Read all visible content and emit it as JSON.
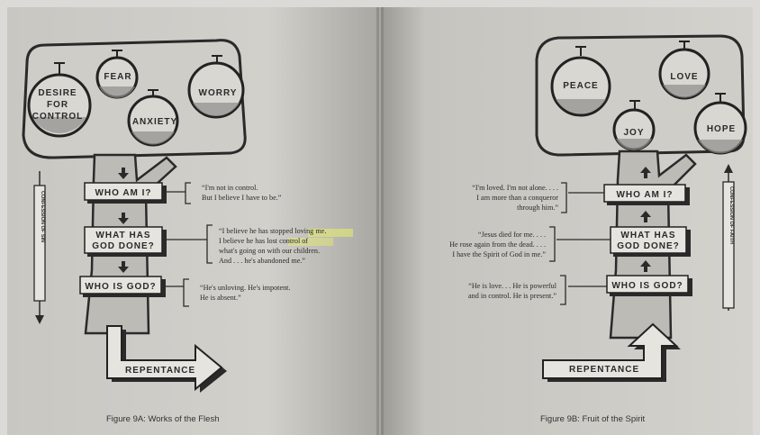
{
  "left": {
    "fruits": [
      "DESIRE",
      "FOR",
      "CONTROL",
      "FEAR",
      "ANXIETY",
      "WORRY"
    ],
    "boxes": [
      "WHO AM I?",
      "WHAT HAS",
      "GOD DONE?",
      "WHO IS GOD?"
    ],
    "quote1": [
      "“I'm not in control.",
      "But I believe I have to be.”"
    ],
    "quote2": [
      "“I believe he has stopped loving me.",
      "I believe he has lost control of",
      "what's going on with our children.",
      "And . . . he's abandoned me.”"
    ],
    "quote3": [
      "“He's unloving. He's impotent.",
      "He is absent.”"
    ],
    "side_label": "CONFESSION OF SIN",
    "arrow_label": "REPENTANCE",
    "caption": "Figure 9A: Works of the Flesh"
  },
  "right": {
    "fruits": [
      "PEACE",
      "LOVE",
      "JOY",
      "HOPE"
    ],
    "boxes": [
      "WHO AM I?",
      "WHAT HAS",
      "GOD DONE?",
      "WHO IS GOD?"
    ],
    "quote1": [
      "“I'm loved. I'm not alone. . . .",
      "I am more than a conqueror",
      "through him.”"
    ],
    "quote2": [
      "“Jesus died for me. . . .",
      "He rose again from the dead. . . .",
      "I have the Spirit of God in me.”"
    ],
    "quote3": [
      "“He is love. . . He is powerful",
      "and in control. He is present.”"
    ],
    "side_label": "CONFESSION OF FAITH",
    "arrow_label": "REPENTANCE",
    "caption": "Figure 9B: Fruit of the Spirit"
  }
}
